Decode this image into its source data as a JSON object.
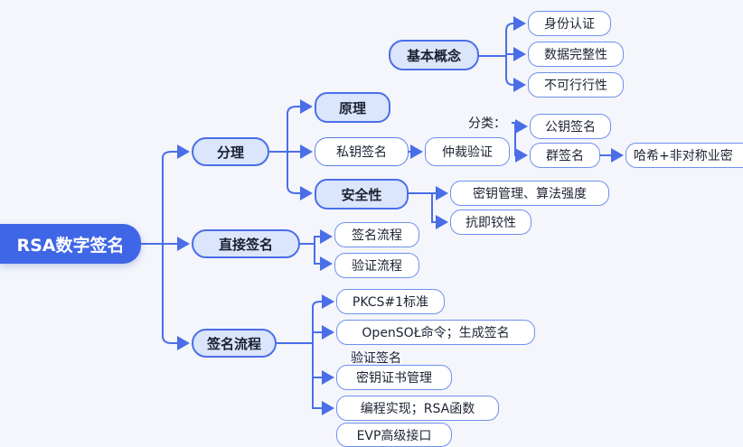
{
  "root": "RSA数字签名",
  "branches": {
    "fenli": "分理",
    "direct": "直接签名",
    "process": "签名流程"
  },
  "fenli_children": {
    "principle": "原理",
    "private_key_sign": "私钥签名",
    "security": "安全性",
    "arbitration": "仲裁验证",
    "category_label": "分类：",
    "public_key_sign": "公钥签名",
    "group_sign": "群签名",
    "hash_asym": "哈希+非对称业密",
    "key_mgmt": "密钥管理、算法强度",
    "anti_repudiation": "抗即铰性"
  },
  "basic": {
    "title": "基本概念",
    "items": [
      "身份认证",
      "数据完整性",
      "不可行行性"
    ]
  },
  "direct_children": [
    "签名流程",
    "验证流程"
  ],
  "process_children": {
    "pkcs": "PKCS#1标准",
    "openssl": "OpenSOŁ命令；生成签名",
    "verify_sign": "验证签名",
    "cert_mgmt": "密钥证书管理",
    "programming": "编程实现；RSA函数",
    "evp": "EVP高级接口"
  }
}
